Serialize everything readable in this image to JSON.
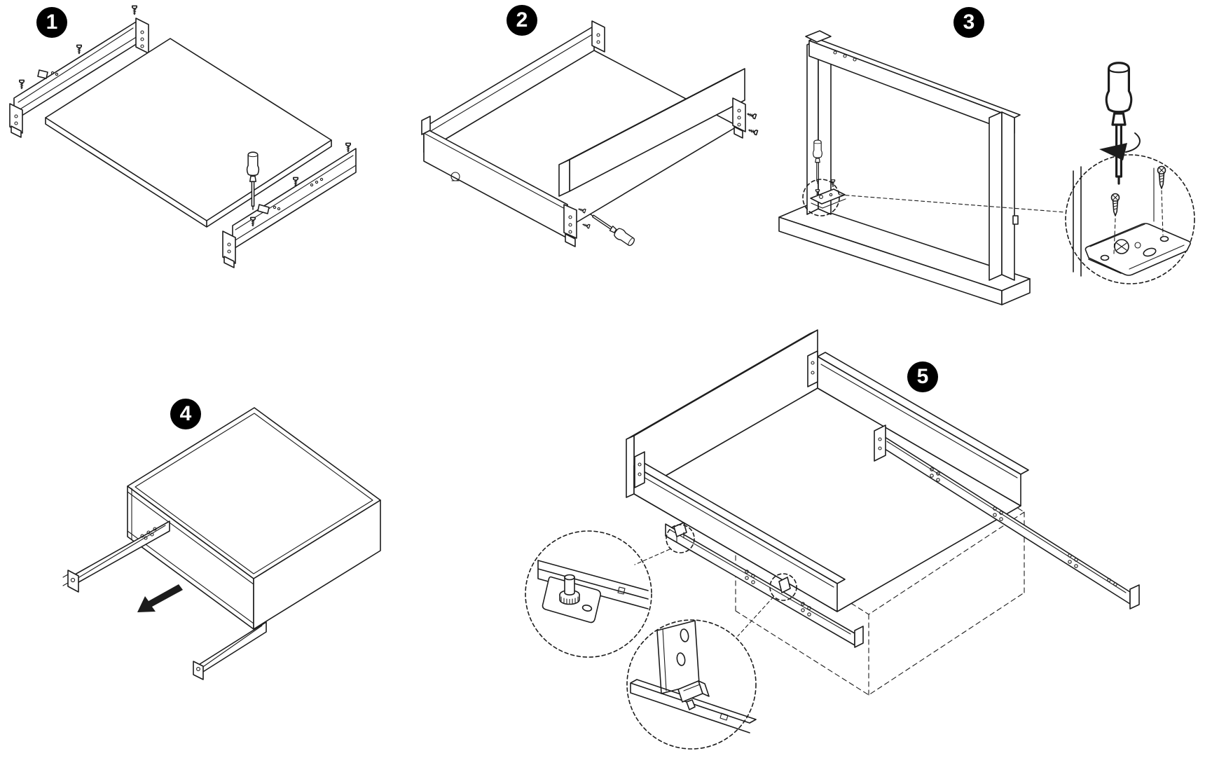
{
  "colors": {
    "background": "#ffffff",
    "line": "#1c1c1c",
    "badge_bg": "#000000",
    "badge_fg": "#ffffff"
  },
  "steps": [
    {
      "label": "1"
    },
    {
      "label": "2"
    },
    {
      "label": "3"
    },
    {
      "label": "4"
    },
    {
      "label": "5"
    }
  ],
  "icons": {
    "screwdriver": "screwdriver-icon",
    "screw": "screw-icon",
    "rotation_arrow": "rotation-arrow-icon",
    "pull_arrow": "pull-direction-arrow-icon",
    "detail_circle": "detail-zoom-circle",
    "ghost_cabinet": "ghost-cabinet-outline"
  }
}
